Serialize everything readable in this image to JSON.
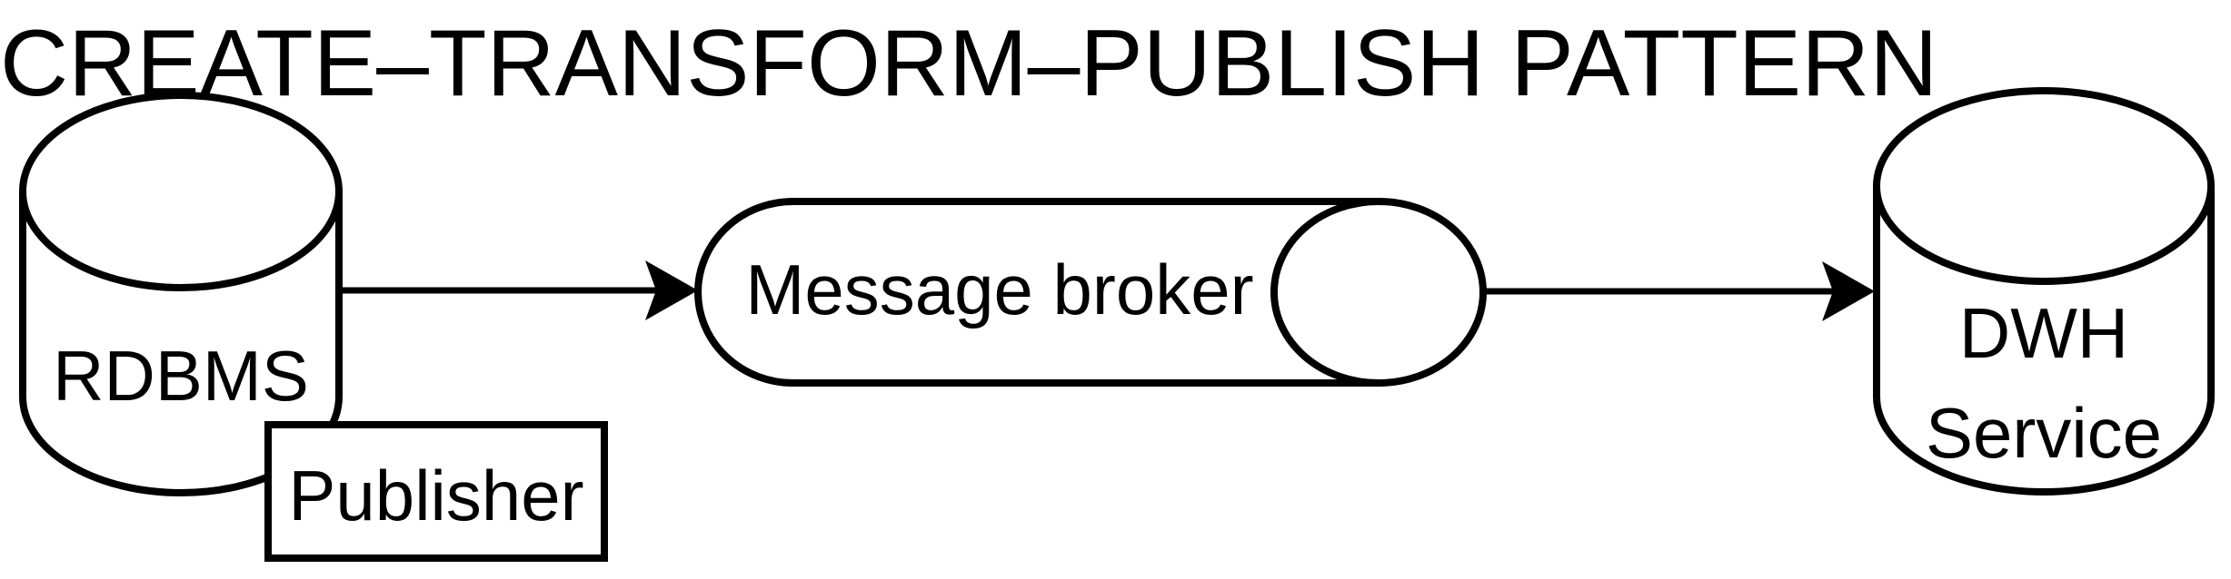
{
  "title": "CREATE–TRANSFORM–PUBLISH PATTERN",
  "nodes": {
    "rdbms": {
      "label": "RDBMS",
      "shape": "database-cylinder"
    },
    "publisher": {
      "label": "Publisher",
      "shape": "rectangle"
    },
    "message_broker": {
      "label": "Message broker",
      "shape": "horizontal-queue-cylinder"
    },
    "dwh": {
      "label_line1": "DWH",
      "label_line2": "Service",
      "shape": "database-cylinder"
    }
  },
  "edges": [
    {
      "from": "rdbms",
      "to": "message_broker",
      "style": "solid-arrow"
    },
    {
      "from": "message_broker",
      "to": "dwh",
      "style": "solid-arrow"
    }
  ],
  "colors": {
    "background": "#ffffff",
    "shape_fill": "#ffffff",
    "stroke": "#000000",
    "text": "#000000"
  }
}
